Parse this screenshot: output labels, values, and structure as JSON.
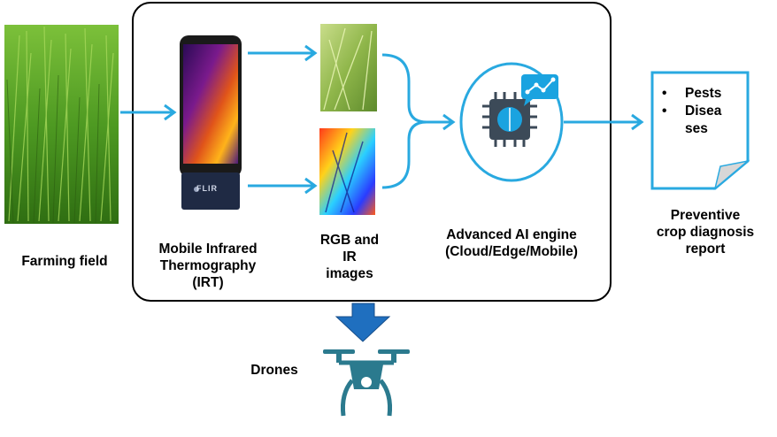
{
  "farming_field": {
    "label": "Farming field"
  },
  "irt": {
    "label_lines": [
      "Mobile Infrared",
      "Thermography",
      "(IRT)"
    ],
    "brand": "FLIR"
  },
  "images": {
    "label_lines": [
      "RGB and",
      "IR",
      "images"
    ]
  },
  "ai_engine": {
    "label_lines": [
      "Advanced AI engine",
      "(Cloud/Edge/Mobile)"
    ]
  },
  "report": {
    "items": [
      {
        "bullet": "•",
        "lines": [
          "Pests"
        ]
      },
      {
        "bullet": "•",
        "lines": [
          "Disea",
          "ses"
        ]
      }
    ],
    "label_lines": [
      "Preventive",
      "crop diagnosis",
      "report"
    ]
  },
  "drones": {
    "label": "Drones"
  },
  "colors": {
    "arrow": "#29a9e0",
    "icon_teal": "#2b7a8e",
    "down_arrow": "#1f6fbf",
    "icon_grey": "#4a5a6a"
  }
}
